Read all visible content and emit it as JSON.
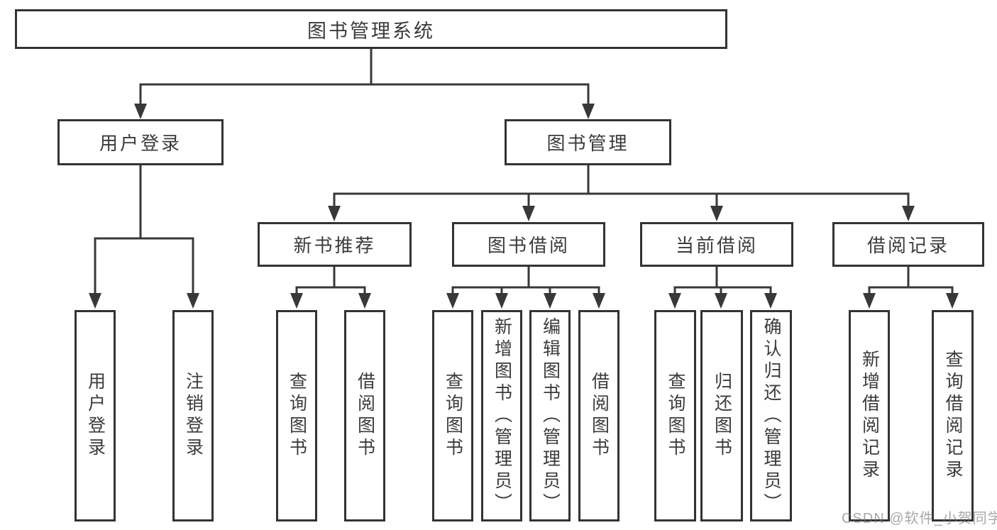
{
  "diagram": {
    "root": {
      "label": "图书管理系统"
    },
    "branches": [
      {
        "label": "用户登录",
        "children": [
          {
            "label": "用户登录"
          },
          {
            "label": "注销登录"
          }
        ]
      },
      {
        "label": "图书管理",
        "children": [
          {
            "label": "新书推荐",
            "children": [
              {
                "label": "查询图书"
              },
              {
                "label": "借阅图书"
              }
            ]
          },
          {
            "label": "图书借阅",
            "children": [
              {
                "label": "查询图书"
              },
              {
                "label": "新增图书（管理员）"
              },
              {
                "label": "编辑图书（管理员）"
              },
              {
                "label": "借阅图书"
              }
            ]
          },
          {
            "label": "当前借阅",
            "children": [
              {
                "label": "查询图书"
              },
              {
                "label": "归还图书"
              },
              {
                "label": "确认归还（管理员）"
              }
            ]
          },
          {
            "label": "借阅记录",
            "children": [
              {
                "label": "新增借阅记录"
              },
              {
                "label": "查询借阅记录"
              }
            ]
          }
        ]
      }
    ],
    "colors": {
      "line": "#383838",
      "box_border": "#333333",
      "text": "#3b3b3b",
      "watermark": "#737373"
    }
  },
  "watermark": {
    "text": "CSDN @软件_小贺同学"
  }
}
